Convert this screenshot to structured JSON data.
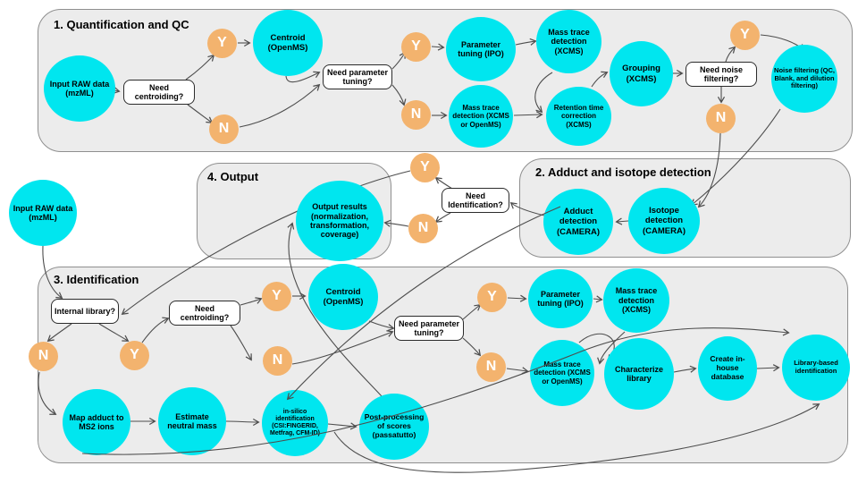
{
  "diagram": {
    "sections": {
      "s1": {
        "title": "1. Quantification and QC"
      },
      "s2": {
        "title": "2. Adduct and isotope detection"
      },
      "s3": {
        "title": "3. Identification"
      },
      "s4": {
        "title": "4. Output"
      }
    },
    "branch_labels": {
      "yes": "Y",
      "no": "N"
    },
    "decisions": {
      "need_centroiding_1": "Need centroiding?",
      "need_param_tuning_1": "Need parameter tuning?",
      "need_noise_filtering": "Need noise filtering?",
      "need_identification": "Need Identification?",
      "internal_library": "Internal library?",
      "need_centroiding_3": "Need centroiding?",
      "need_param_tuning_3": "Need parameter tuning?"
    },
    "nodes": {
      "input_raw_1": "Input RAW data (mzML)",
      "centroid_1": "Centroid (OpenMS)",
      "param_tuning_1": "Parameter tuning (IPO)",
      "mass_trace_1": "Mass trace detection (XCMS)",
      "mass_trace_or_1": "Mass trace detection (XCMS or OpenMS)",
      "retention_1": "Retention time correction (XCMS)",
      "grouping_1": "Grouping (XCMS)",
      "noise_filter_1": "Noise filtering (QC, Blank, and dilution filtering)",
      "isotope_2": "Isotope detection (CAMERA)",
      "adduct_2": "Adduct detection (CAMERA)",
      "output_4": "Output results (normalization, transformation, coverage)",
      "input_raw_3": "Input RAW data (mzML)",
      "centroid_3": "Centroid (OpenMS)",
      "param_tuning_3": "Parameter tuning (IPO)",
      "mass_trace_3": "Mass trace detection (XCMS)",
      "mass_trace_or_3": "Mass trace detection (XCMS or OpenMS)",
      "characterize_3": "Characterize library",
      "create_db_3": "Create in-house database",
      "lib_based_3": "Library-based identification",
      "map_adduct_3": "Map adduct to MS2 ions",
      "estimate_3": "Estimate neutral mass",
      "insilico_3": "in-silico identification (CSI:FINGERID, Metfrag, CFM-ID)",
      "postproc_3": "Post-processing of scores (passatutto)"
    },
    "colors": {
      "process_fill": "#00e6ef",
      "branch_fill": "#f3b36e",
      "section_fill": "#ececec",
      "section_border": "#8f8f8f",
      "arrow": "#4d4d4d"
    }
  }
}
